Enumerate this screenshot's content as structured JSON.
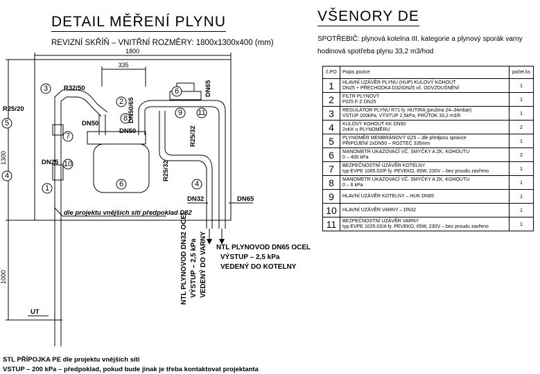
{
  "left": {
    "title": "DETAIL MĚŘENÍ PLYNU",
    "subtitle": "REVIZNÍ SKŘÍŇ – VNITŘNÍ ROZMĚRY: 1800x1300x400 (mm)",
    "dims": {
      "width": "1800",
      "inner": "335",
      "height": "1300",
      "lower": "1000"
    },
    "labels": {
      "r32_50": "R32/50",
      "r25_20": "R25/20",
      "dn25": "DN25",
      "dn50_a": "DN50",
      "dn50_b": "DN50",
      "dn50_65": "DN50/65",
      "dn65": "DN65",
      "r25_32_a": "R25/32",
      "r25_32_b": "R25/32",
      "dn32": "DN32",
      "dn65_bottom": "DN65",
      "ut": "UT",
      "project_note": "dle projektu vnějších sítí předpoklad D32"
    },
    "markers": [
      "1",
      "2",
      "3",
      "4",
      "4",
      "5",
      "6",
      "6",
      "7",
      "8",
      "9",
      "10",
      "11"
    ],
    "outlet_dn32": [
      "NTL PLYNOVOD DN32 OCEL",
      "VÝSTUP – 2,5 kPa",
      "VEDENÝ DO VARNY"
    ],
    "outlet_dn65": [
      "NTL PLYNOVOD DN65 OCEL",
      "VÝSTUP – 2,5 kPa",
      "VEDENÝ DO KOTELNY"
    ],
    "footer": [
      "STL PŘÍPOJKA PE dle projektu vnějších sítí",
      "VSTUP – 200 kPa – předpoklad, pokud bude jinak je třeba kontaktovat projektanta"
    ]
  },
  "right": {
    "title": "VŠENORY DE",
    "consumers_line1": "SPOTŘEBIČ: plynová kotelna III. kategorie a plynový sporák varny",
    "consumers_line2": "hodinová spotřeba plynu 33,2 m3/hod",
    "table": {
      "headers": {
        "no": "č.PO",
        "desc": "Popis pozice",
        "qty": "počet ks"
      },
      "rows": [
        {
          "no": "1",
          "desc": "HLAVNÍ UZÁVĚR PLYNU (HUP) KULOVÝ KOHOUT\nDN25 + PŘECHODKA D32/DN25 vč. ODVZDUŠNĚNÍ",
          "qty": "1"
        },
        {
          "no": "2",
          "desc": "FILTR PLYNOVÝ\nF025 F-Z DN25",
          "qty": "1"
        },
        {
          "no": "3",
          "desc": "REGULÁTOR PLYNU R71 fy. HUTIRA (pružina 24–34mbar)\nVSTUP 200kPa, VÝSTUP 2,5kPa, PRŮTOK 33,2 m3/h",
          "qty": "1"
        },
        {
          "no": "4",
          "desc": "KULOVÝ KOHOUT KK DN50\n2xKK u PLYNOMĚRU",
          "qty": "2"
        },
        {
          "no": "5",
          "desc": "PLYNOMĚR MEMBRÁNOVÝ G25 – dle předpisu správce\nPŘIPOJENÍ 2xDN50 – ROZTEČ 335mm",
          "qty": "1"
        },
        {
          "no": "6",
          "desc": "MANOMETR UKAZOVACÍ VČ. SMYČKY A ZK. KOHOUTU\n0 – 400 kPa",
          "qty": "2"
        },
        {
          "no": "7",
          "desc": "BEZPEČNOSTNÍ UZÁVĚR KOTELNY\ntyp EVPE 1065.02/P fy. PEVEKO, 65W, 230V – bez proudu zavřeno",
          "qty": "1"
        },
        {
          "no": "8",
          "desc": "MANOMETR UKAZOVACÍ VČ. SMYČKY A ZK. KOHOUTU\n0 – 6 kPa",
          "qty": "1"
        },
        {
          "no": "9",
          "desc": "HLAVNÍ UZÁVĚR KOTELNY – HUK DN65",
          "qty": "1"
        },
        {
          "no": "10",
          "desc": "HLAVNÍ UZÁVĚR VARNY – DN32",
          "qty": "1"
        },
        {
          "no": "11",
          "desc": "BEZPEČNOSTNÍ UZÁVĚR VARNY\ntyp EVPE 1025.02/A fy. PEVEKO, 65W, 230V – bez proudu zavřeno",
          "qty": "1"
        }
      ]
    }
  }
}
